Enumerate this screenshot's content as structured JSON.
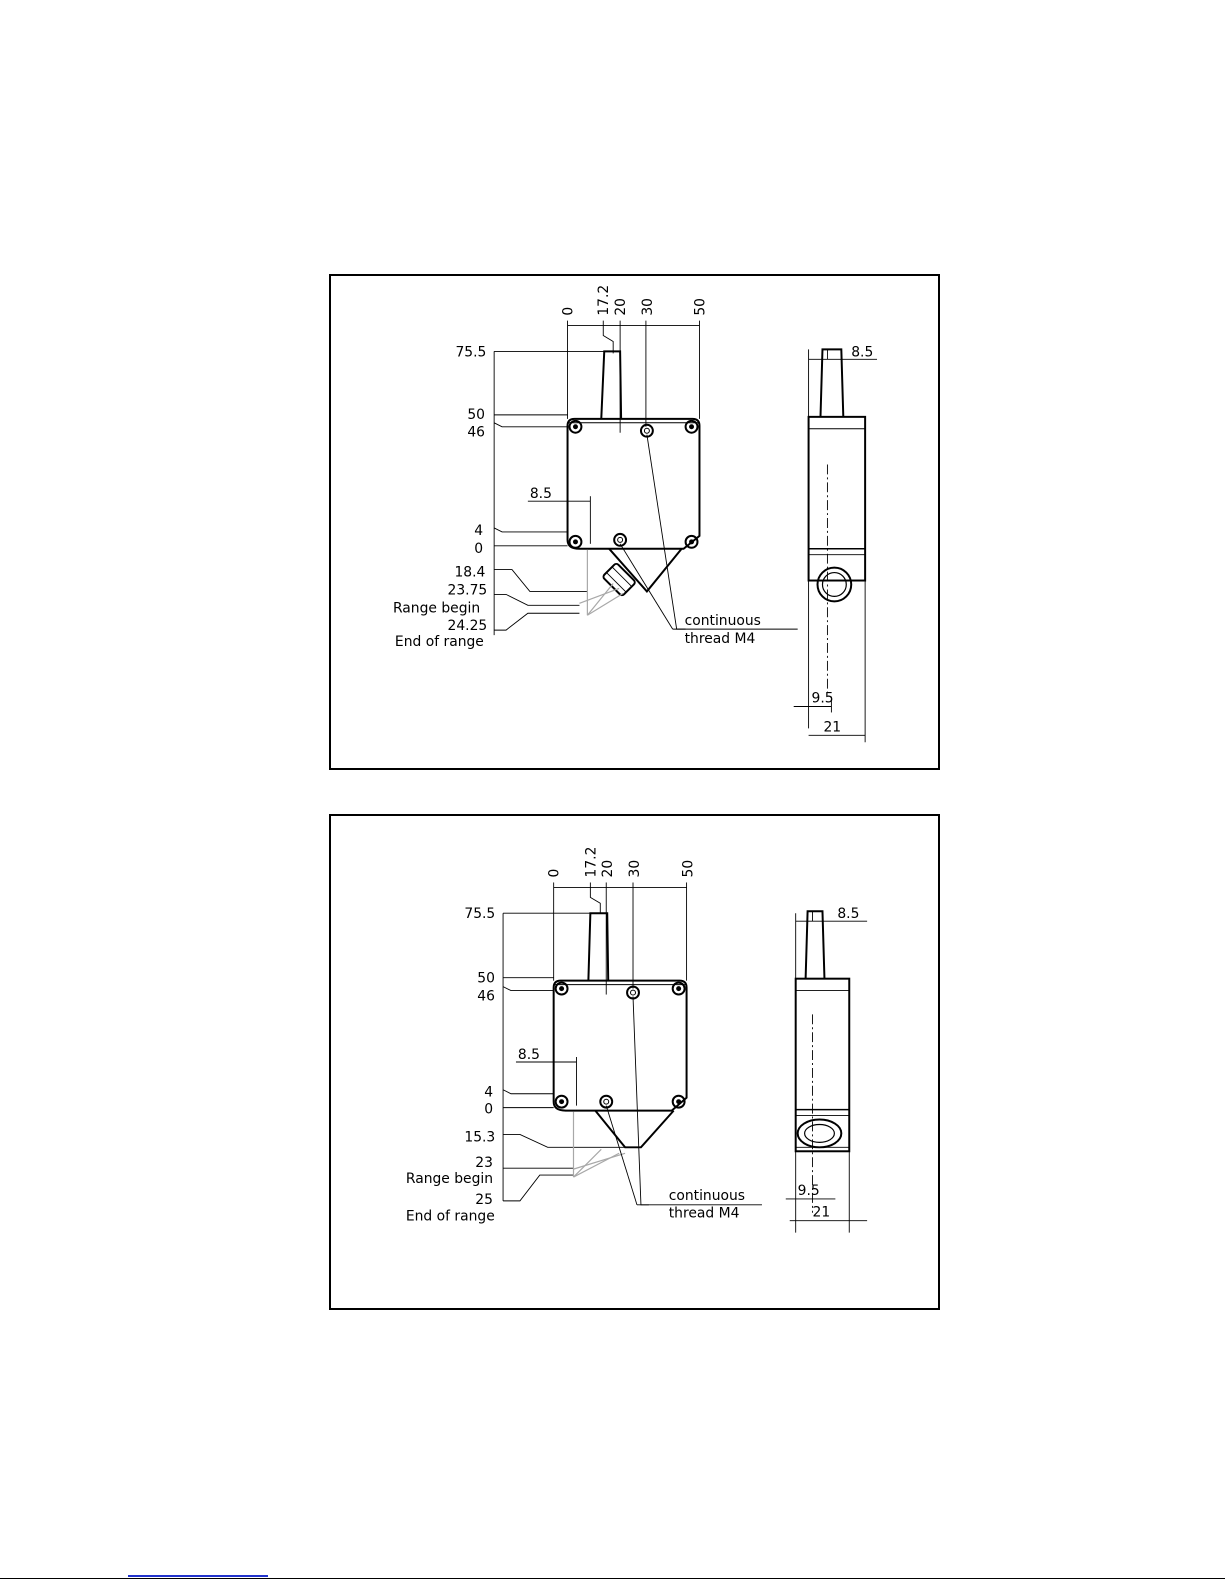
{
  "drawings": [
    {
      "horizontal_dims": [
        "0",
        "17.2",
        "20",
        "30",
        "50"
      ],
      "vertical_dims": [
        "75.5",
        "50",
        "46",
        "8.5",
        "4",
        "0",
        "18.4",
        "23.75",
        "Range begin",
        "24.25",
        "End of range"
      ],
      "thread_note": [
        "continuous",
        "thread M4"
      ],
      "side_dims": [
        "8.5",
        "9.5",
        "21"
      ]
    },
    {
      "horizontal_dims": [
        "0",
        "17.2",
        "20",
        "30",
        "50"
      ],
      "vertical_dims": [
        "75.5",
        "50",
        "46",
        "8.5",
        "4",
        "0",
        "15.3",
        "23",
        "Range begin",
        "25",
        "End of range"
      ],
      "thread_note": [
        "continuous",
        "thread M4"
      ],
      "side_dims": [
        "8.5",
        "9.5",
        "21"
      ]
    }
  ]
}
